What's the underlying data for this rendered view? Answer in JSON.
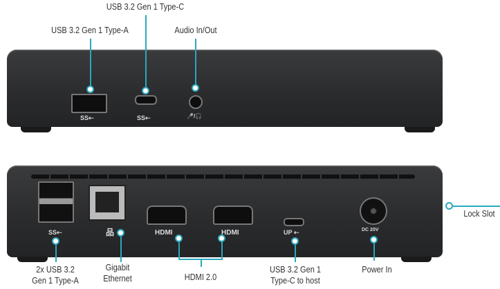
{
  "top_labels": {
    "usb_c": "USB 3.2 Gen 1 Type-C",
    "usb_a": "USB 3.2 Gen 1 Type-A",
    "audio": "Audio In/Out"
  },
  "bottom_labels": {
    "usb_a_line1": "2x USB 3.2",
    "usb_a_line2": "Gen 1 Type-A",
    "ethernet_line1": "Gigabit",
    "ethernet_line2": "Ethernet",
    "hdmi": "HDMI 2.0",
    "usb_c_line1": "USB 3.2 Gen 1",
    "usb_c_line2": "Type-C to host",
    "power": "Power In",
    "lock": "Lock Slot"
  },
  "port_marks": {
    "ss": "SS⇠",
    "hdmi": "HDMI",
    "up": "UP ⇠",
    "dc": "DC 20V",
    "audio": "🎤/🎧"
  },
  "colors": {
    "accent": "#2aa8bf",
    "device": "#2e2f31"
  }
}
